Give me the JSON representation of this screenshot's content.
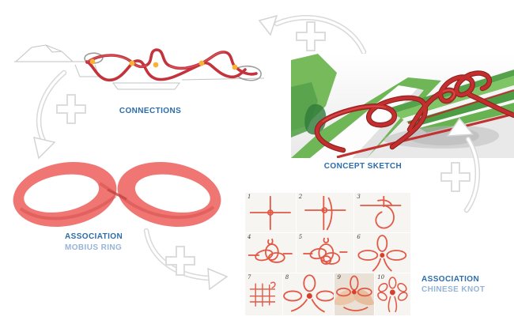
{
  "panels": {
    "connections": {
      "label": "CONNECTIONS"
    },
    "concept_sketch": {
      "label": "CONCEPT SKETCH"
    },
    "mobius": {
      "title": "ASSOCIATION",
      "subtitle": "MOBIUS RING"
    },
    "chinese_knot": {
      "title": "ASSOCIATION",
      "subtitle": "CHINESE KNOT",
      "steps": [
        {
          "number": "1"
        },
        {
          "number": "2"
        },
        {
          "number": "3"
        },
        {
          "number": "4"
        },
        {
          "number": "5"
        },
        {
          "number": "6"
        },
        {
          "number": "7"
        },
        {
          "number": "8"
        },
        {
          "number": "9"
        },
        {
          "number": "10"
        }
      ]
    }
  },
  "colors": {
    "label_primary": "#2b6cab",
    "label_secondary": "#96b4d6",
    "sketch_red": "#c4333c",
    "connection_node_yellow": "#f9b233",
    "sketch_gray": "#c3c3c3",
    "mobius_red": "#ef7673",
    "mobius_shade": "#d8514e",
    "render_green": "#6fb656",
    "render_green_dark": "#55a24a",
    "render_red": "#c22f2e",
    "cord_red": "#e25845",
    "arrow_outline_gray": "#d9d9d9"
  }
}
